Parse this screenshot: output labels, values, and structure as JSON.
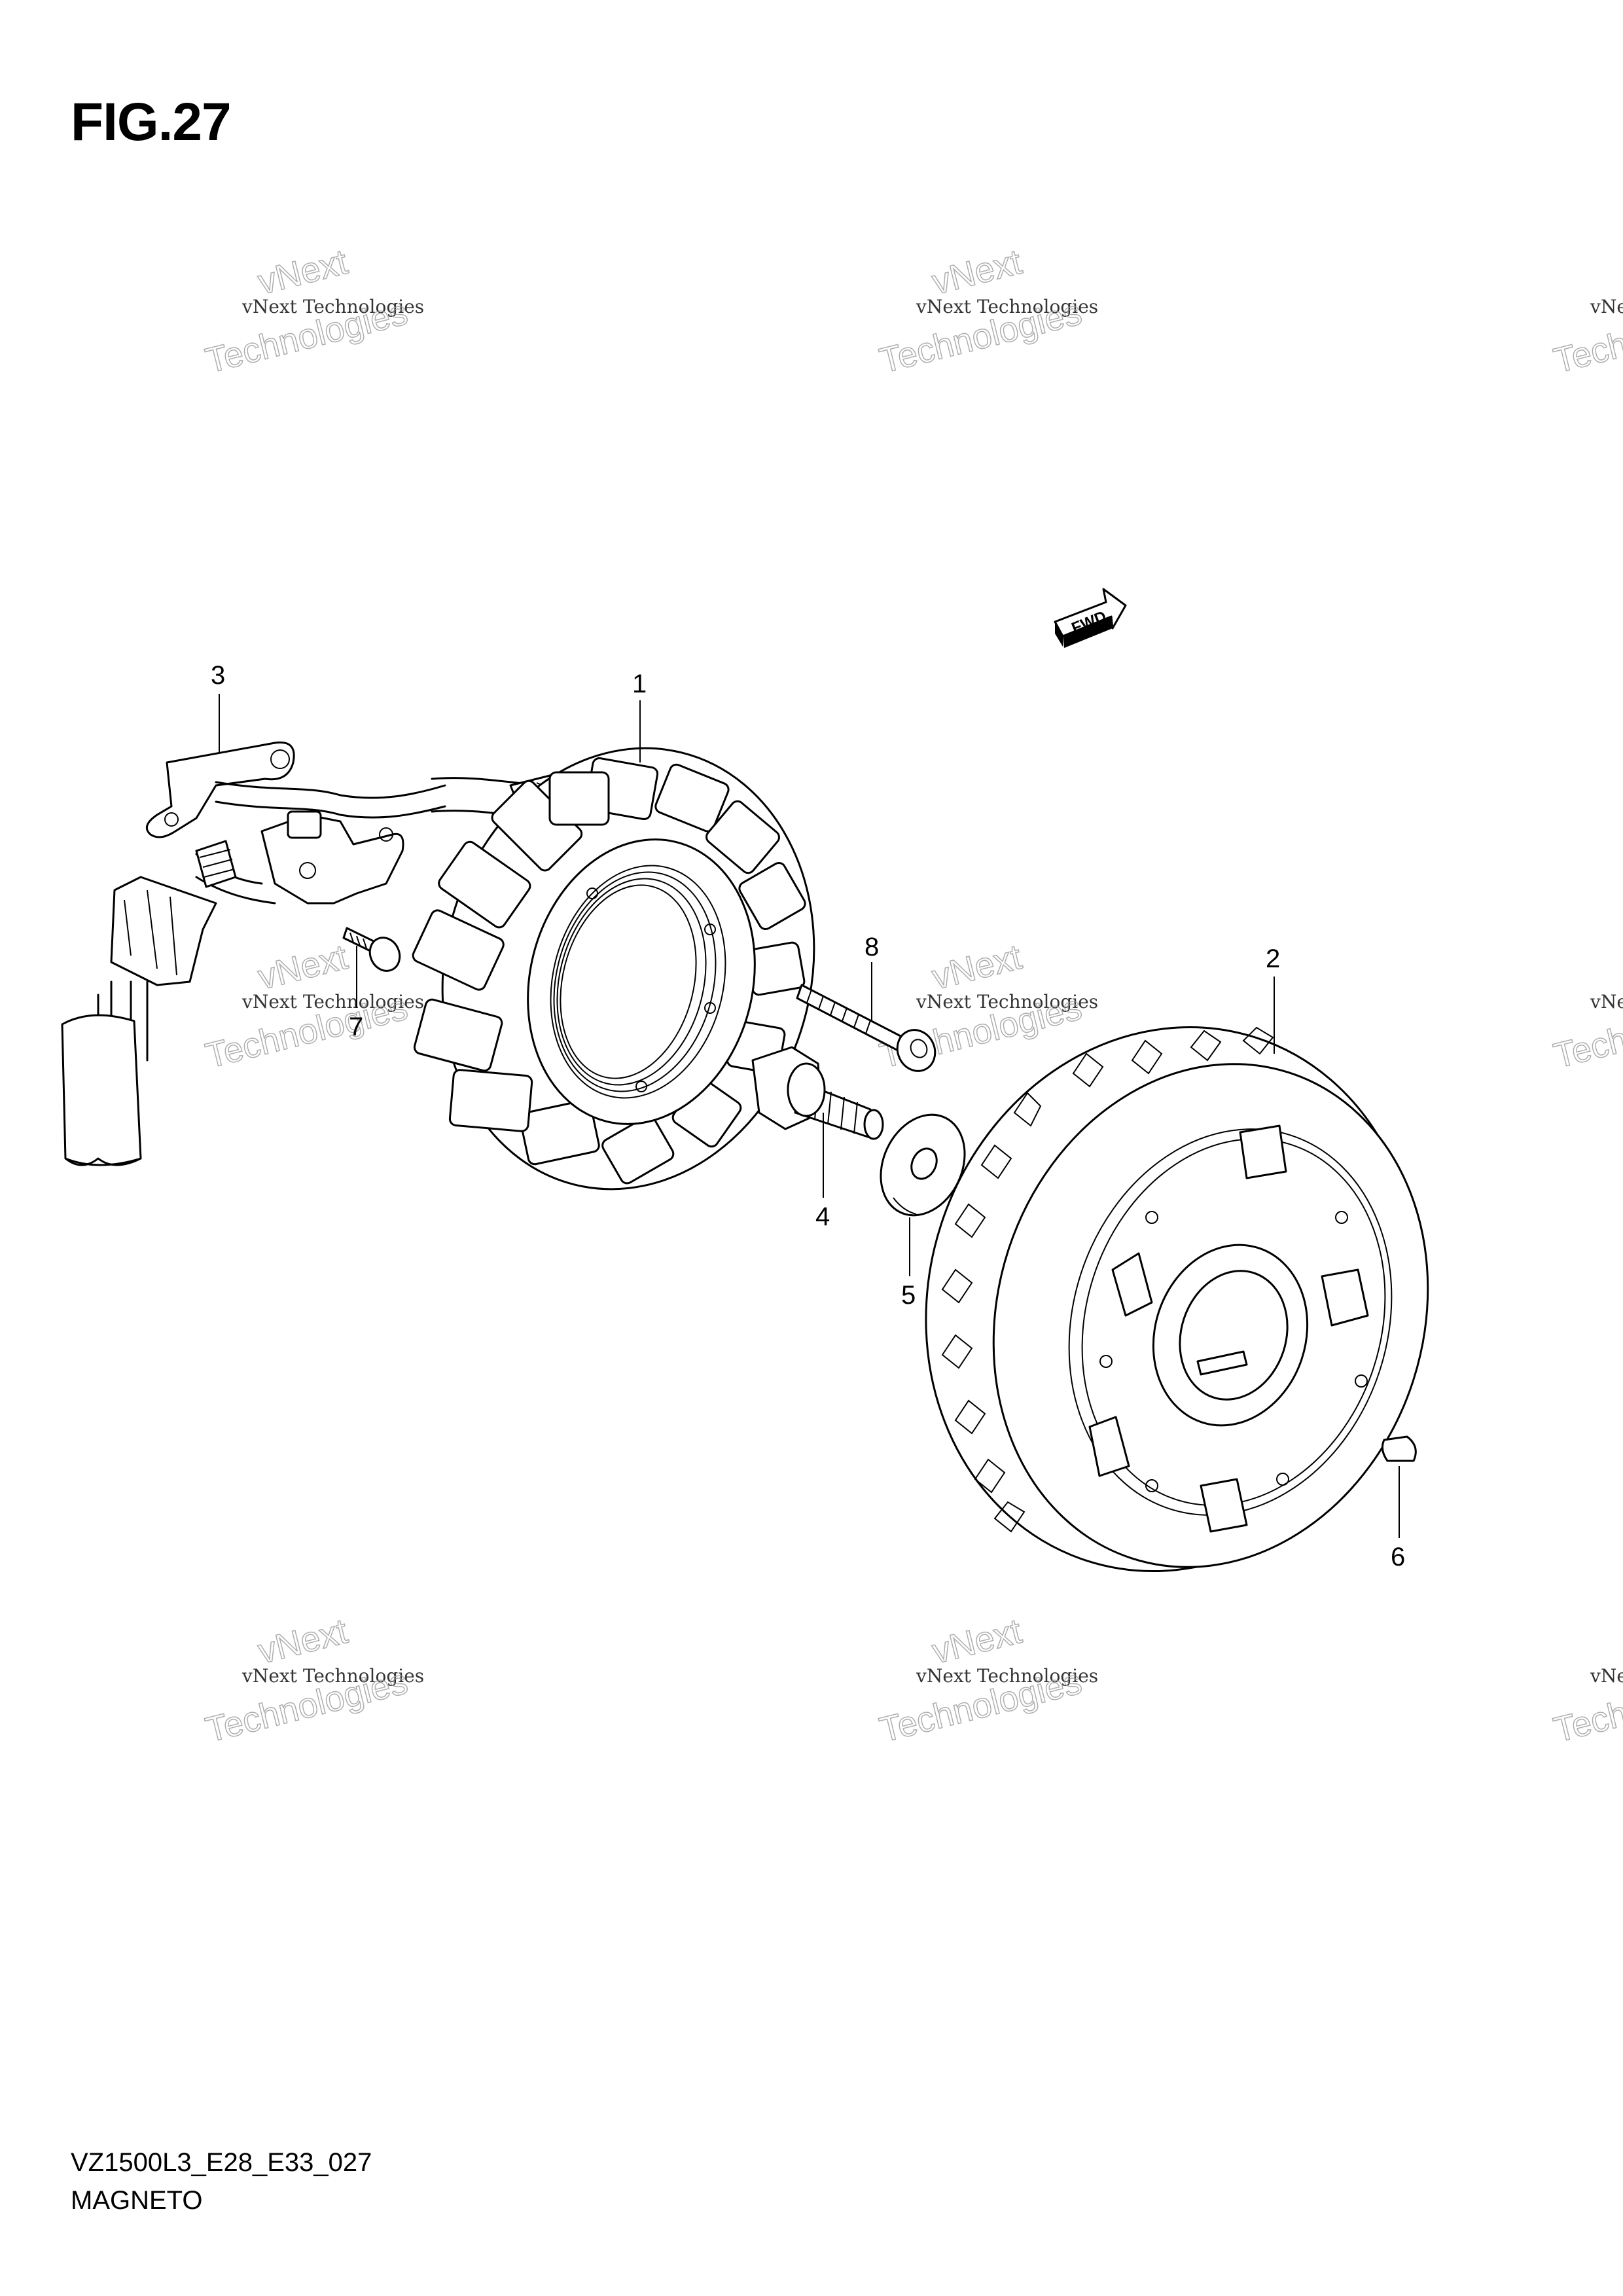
{
  "figure": {
    "title": "FIG.27"
  },
  "footer": {
    "code": "VZ1500L3_E28_E33_027",
    "name": "MAGNETO"
  },
  "arrow": {
    "label": "FWD"
  },
  "watermark": {
    "small": "vNext Technologies",
    "big_top": "vNext",
    "big_bottom": "Technologies"
  },
  "callouts": [
    "1",
    "2",
    "3",
    "4",
    "5",
    "6",
    "7",
    "8"
  ],
  "parts": [
    {
      "ref": "1",
      "name": "stator"
    },
    {
      "ref": "2",
      "name": "rotor"
    },
    {
      "ref": "3",
      "name": "bracket"
    },
    {
      "ref": "4",
      "name": "bolt"
    },
    {
      "ref": "5",
      "name": "washer"
    },
    {
      "ref": "6",
      "name": "key"
    },
    {
      "ref": "7",
      "name": "screw"
    },
    {
      "ref": "8",
      "name": "screw"
    }
  ]
}
